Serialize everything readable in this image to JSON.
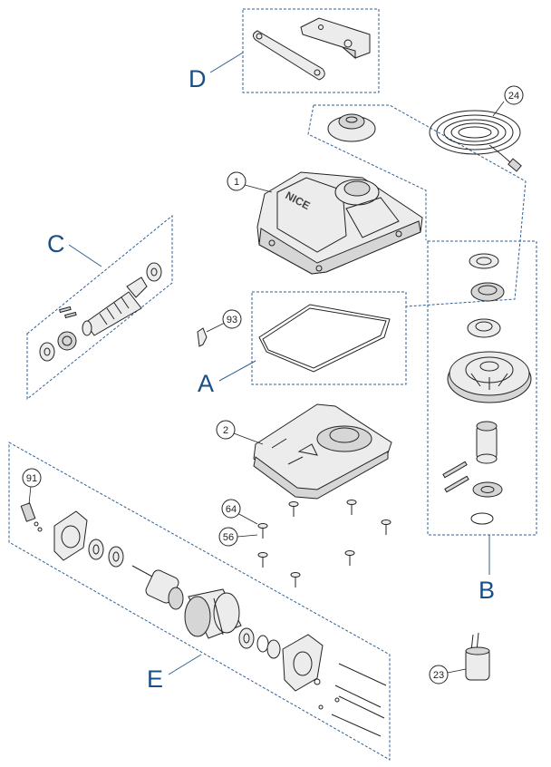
{
  "group_labels": {
    "a": "A",
    "b": "B",
    "c": "C",
    "d": "D",
    "e": "E"
  },
  "part_numbers": {
    "cover": "1",
    "base": "2",
    "capacitor": "23",
    "cable": "24",
    "screw_64": "64",
    "washer_56": "56",
    "pin_91": "91",
    "pin_93": "93"
  },
  "cover_logo": "NICE",
  "colors": {
    "group_outline": "#2f5f92",
    "group_letter": "#1a4f86",
    "part_fill": "#ececec",
    "part_outline": "#222222"
  }
}
